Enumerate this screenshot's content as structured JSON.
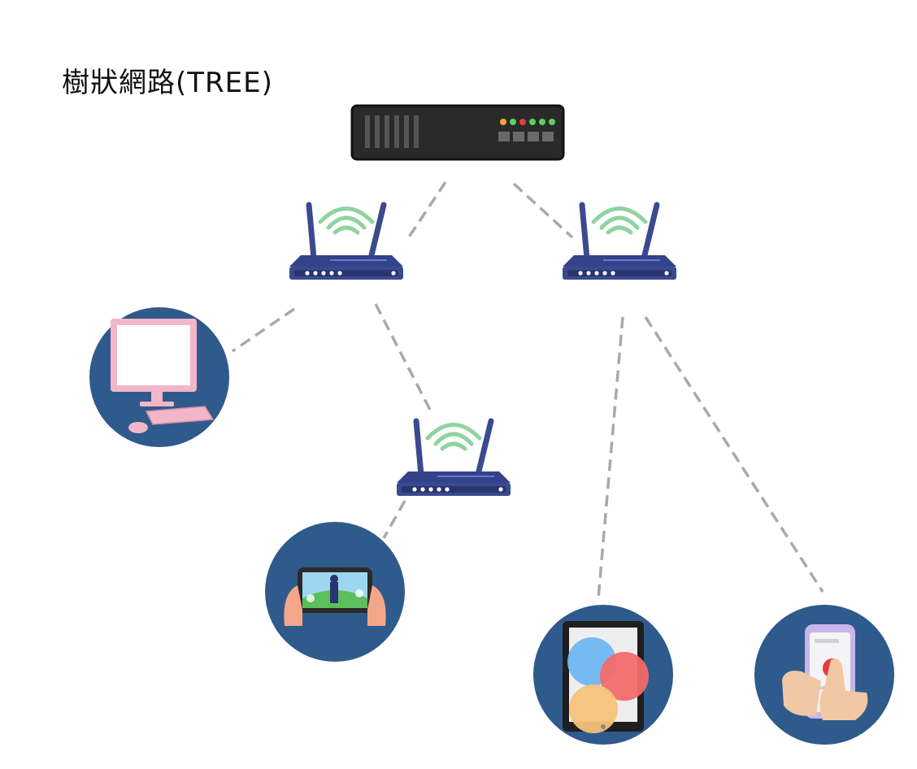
{
  "title": "樹狀網路(TREE)",
  "colors": {
    "circle": "#2f5a8c",
    "router_body": "#3a4a8f",
    "wifi": "#8fd39f",
    "link": "#a9a9a9",
    "server": "#2a2a2a"
  },
  "nodes": [
    {
      "id": "server",
      "icon": "server-rack-icon"
    },
    {
      "id": "router-left",
      "icon": "wifi-router-icon"
    },
    {
      "id": "router-right",
      "icon": "wifi-router-icon"
    },
    {
      "id": "router-bottom",
      "icon": "wifi-router-icon"
    },
    {
      "id": "desktop",
      "icon": "desktop-computer-icon"
    },
    {
      "id": "phone-game",
      "icon": "mobile-gaming-icon"
    },
    {
      "id": "tablet",
      "icon": "tablet-icon"
    },
    {
      "id": "smartphone",
      "icon": "smartphone-touch-icon"
    }
  ],
  "edges": [
    {
      "from": "server",
      "to": "router-left"
    },
    {
      "from": "server",
      "to": "router-right"
    },
    {
      "from": "router-left",
      "to": "desktop"
    },
    {
      "from": "router-left",
      "to": "router-bottom"
    },
    {
      "from": "router-bottom",
      "to": "phone-game"
    },
    {
      "from": "router-right",
      "to": "tablet"
    },
    {
      "from": "router-right",
      "to": "smartphone"
    }
  ]
}
